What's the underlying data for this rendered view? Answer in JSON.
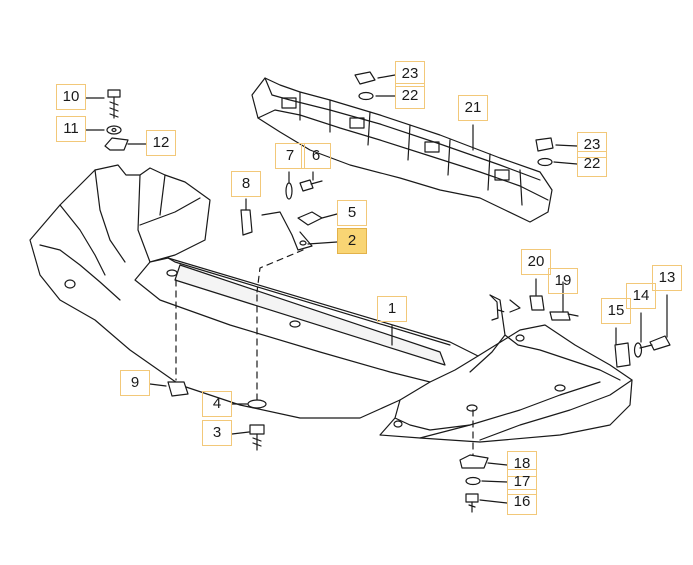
{
  "callouts": {
    "n1": "1",
    "n2": "2",
    "n3": "3",
    "n4": "4",
    "n5": "5",
    "n6": "6",
    "n7": "7",
    "n8": "8",
    "n9": "9",
    "n10": "10",
    "n11": "11",
    "n12": "12",
    "n13": "13",
    "n14": "14",
    "n15": "15",
    "n16": "16",
    "n17": "17",
    "n18": "18",
    "n19": "19",
    "n20": "20",
    "n21": "21",
    "n22": "22",
    "n23": "23"
  },
  "highlighted_callout": "2",
  "colors": {
    "highlight_fill": "#f9d574",
    "callout_border": "#f2c879",
    "line_art": "#1a1a1a"
  }
}
